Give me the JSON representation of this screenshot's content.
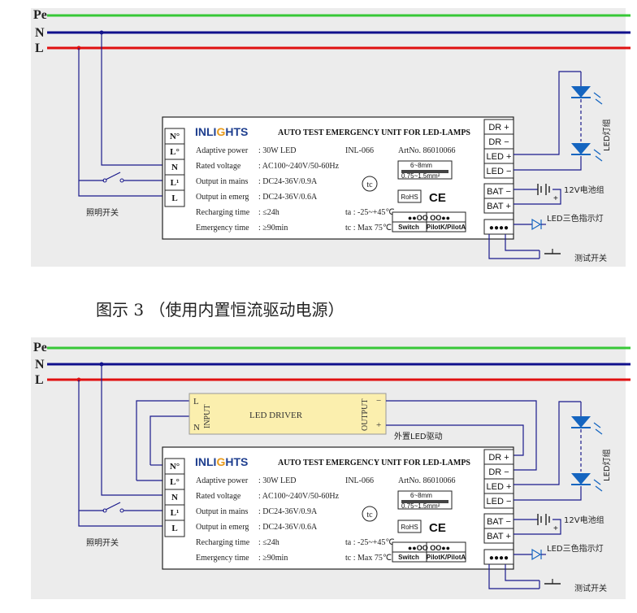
{
  "colors": {
    "pe": "#37c837",
    "n": "#10108c",
    "l": "#e01010",
    "panel": "#ececec",
    "wire": "#1a1a8c",
    "led": "#1565c0",
    "driver": "#fbefae"
  },
  "bus": {
    "pe": "Pe",
    "n": "N",
    "l": "L"
  },
  "unit": {
    "brand_a": "INLI",
    "brand_b": "G",
    "brand_c": "HTS",
    "title": "AUTO TEST EMERGENCY UNIT FOR LED-LAMPS",
    "model": "INL-066",
    "art": "ArtNo. 86010066",
    "left_terms": [
      "N°",
      "L°",
      "N",
      "L¹",
      "L"
    ],
    "specs": [
      {
        "k": "Adaptive power",
        "v": ": 30W LED"
      },
      {
        "k": "Rated voltage",
        "v": ": AC100~240V/50-60Hz"
      },
      {
        "k": "Output in mains",
        "v": ": DC24-36V/0.9A"
      },
      {
        "k": "Output in emerg",
        "v": ": DC24-36V/0.6A"
      },
      {
        "k": "Recharging time",
        "v": ": ≤24h"
      },
      {
        "k": "Emergency time",
        "v": ": ≥90min"
      }
    ],
    "ta": "ta : -25~+45℃",
    "tc": "tc : Max 75℃",
    "rohs": "RoHS",
    "ce": "CE",
    "tc_mark": "tc",
    "wire_strip": "6~8mm",
    "wire_gauge": "0.75~1.5mm²",
    "dots": "●●OO  OO●●",
    "switch": "Switch",
    "pilot": "PilotK/PilotA",
    "right_terms": [
      "DR +",
      "DR −",
      "LED +",
      "LED −",
      "BAT −",
      "BAT +"
    ]
  },
  "labels": {
    "lighting_switch": "照明开关",
    "battery": "12V电池组",
    "led_lamp": "LED灯组",
    "indicator": "LED三色指示灯",
    "test_switch": "测试开关"
  },
  "caption": "图示 3 （使用内置恒流驱动电源）",
  "driver": {
    "title": "LED  DRIVER",
    "input": "INPUT",
    "output": "OUTPUT",
    "l": "L",
    "n": "N",
    "minus": "−",
    "plus": "+",
    "label": "外置LED驱动"
  }
}
